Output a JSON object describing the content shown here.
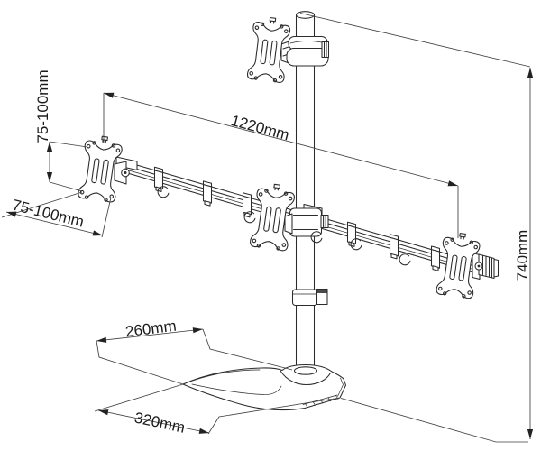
{
  "diagram": {
    "background_color": "#ffffff",
    "line_color": "#2b2b2b",
    "dimension_line_color": "#3f3f3f",
    "labels": {
      "vesa_vertical": "75-100mm",
      "vesa_horizontal": "75-100mm",
      "arm_span": "1220mm",
      "pole_height": "740mm",
      "base_depth": "260mm",
      "base_length": "320mm"
    }
  }
}
